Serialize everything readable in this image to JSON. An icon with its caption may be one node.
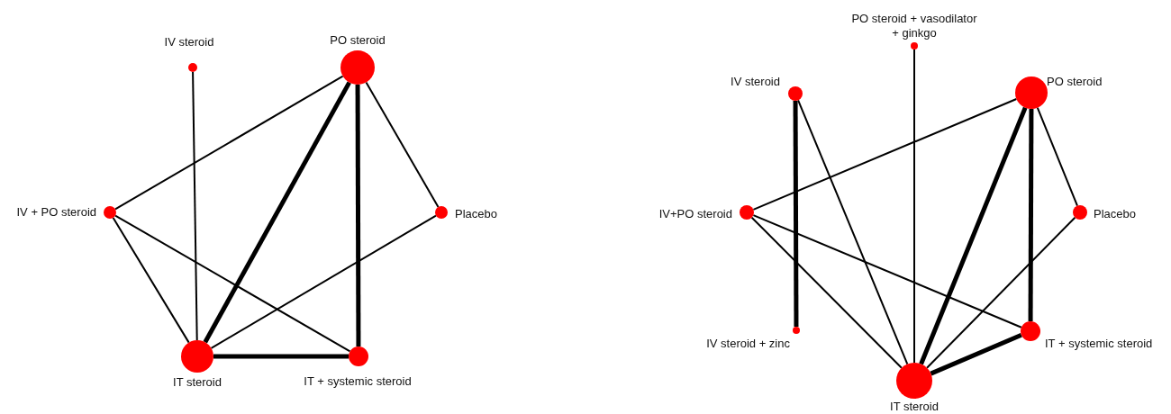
{
  "diagram": {
    "nodes": [
      {
        "text": [
          "IV steroid"
        ]
      },
      {
        "text": [
          "PO steroid"
        ]
      },
      {
        "text": [
          "IV + PO steroid"
        ]
      },
      {
        "text": [
          "Placebo"
        ]
      },
      {
        "text": [
          "IT steroid"
        ]
      },
      {
        "text": [
          "IT + systemic steroid"
        ]
      },
      {
        "text": [
          "PO steroid + vasodilator + ginkgo"
        ]
      },
      {
        "text": [
          "IV steroid"
        ]
      },
      {
        "text": [
          "PO steroid"
        ]
      },
      {
        "text": [
          "IV+PO steroid"
        ]
      },
      {
        "text": [
          "Placebo"
        ]
      },
      {
        "text": [
          "IV steroid + zinc"
        ]
      },
      {
        "text": [
          "IT + systemic steroid"
        ]
      },
      {
        "text": [
          "IT steroid"
        ]
      }
    ],
    "edges": [
      {
        "from": 0,
        "to": 4,
        "arrow": "none"
      },
      {
        "from": 1,
        "to": 2,
        "arrow": "none"
      },
      {
        "from": 1,
        "to": 4,
        "arrow": "none",
        "style": "thick"
      },
      {
        "from": 1,
        "to": 5,
        "arrow": "none",
        "style": "thick"
      },
      {
        "from": 1,
        "to": 3,
        "arrow": "none"
      },
      {
        "from": 2,
        "to": 4,
        "arrow": "none"
      },
      {
        "from": 2,
        "to": 5,
        "arrow": "none"
      },
      {
        "from": 3,
        "to": 4,
        "arrow": "none"
      },
      {
        "from": 4,
        "to": 5,
        "arrow": "none",
        "style": "thick"
      },
      {
        "from": 6,
        "to": 13,
        "arrow": "none"
      },
      {
        "from": 7,
        "to": 11,
        "arrow": "none",
        "style": "thick"
      },
      {
        "from": 7,
        "to": 13,
        "arrow": "none"
      },
      {
        "from": 8,
        "to": 9,
        "arrow": "none"
      },
      {
        "from": 8,
        "to": 13,
        "arrow": "none",
        "style": "thick"
      },
      {
        "from": 8,
        "to": 10,
        "arrow": "none"
      },
      {
        "from": 8,
        "to": 12,
        "arrow": "none",
        "style": "thick"
      },
      {
        "from": 9,
        "to": 13,
        "arrow": "none"
      },
      {
        "from": 9,
        "to": 12,
        "arrow": "none"
      },
      {
        "from": 10,
        "to": 13,
        "arrow": "none"
      },
      {
        "from": 13,
        "to": 12,
        "arrow": "none",
        "style": "thick"
      }
    ]
  }
}
